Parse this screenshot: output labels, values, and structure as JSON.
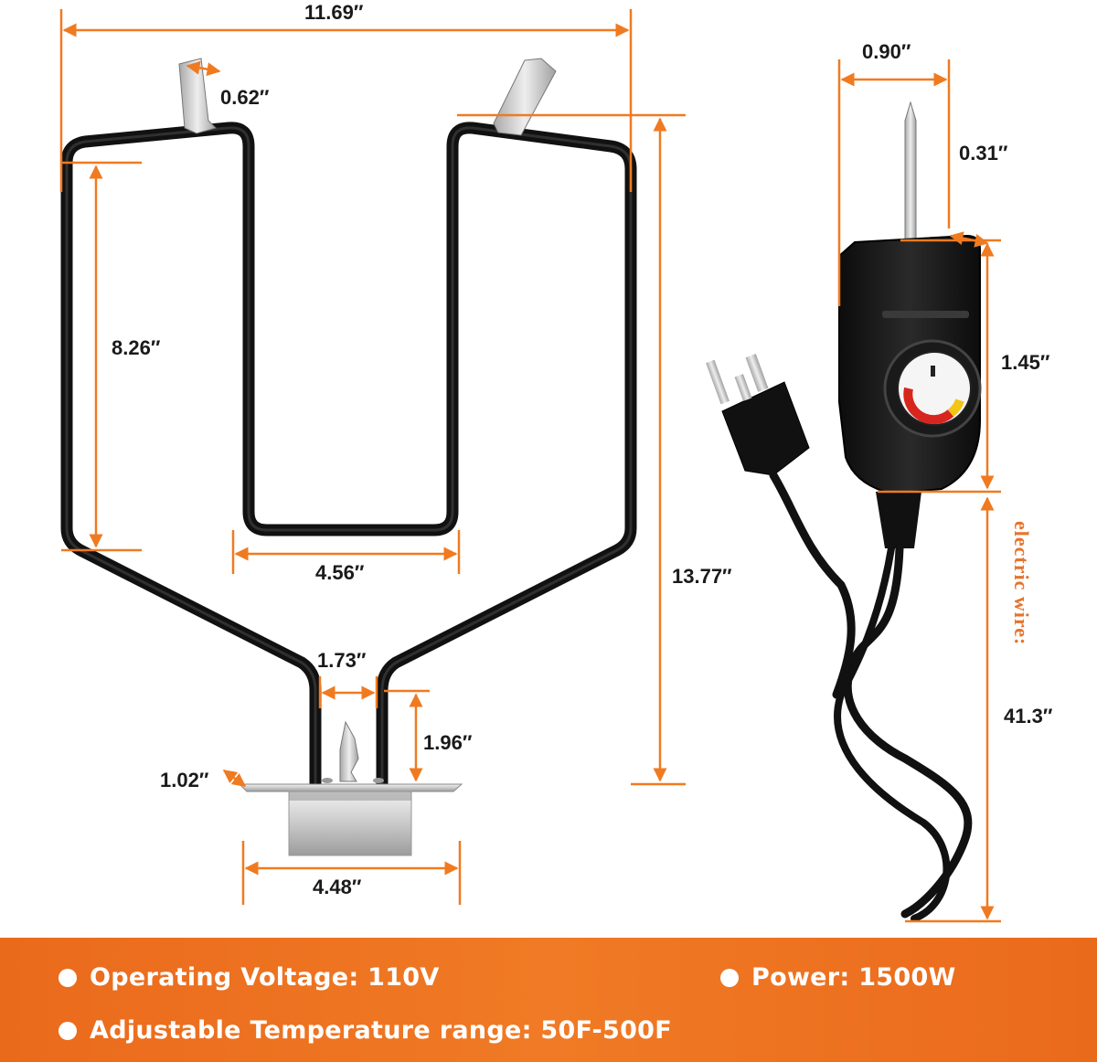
{
  "dimensions": {
    "overall_width": "11.69″",
    "bracket_width": "0.62″",
    "inner_height": "8.26″",
    "inner_width": "4.56″",
    "total_height": "13.77″",
    "leg_gap": "1.73″",
    "leg_height": "1.96″",
    "plate_depth": "1.02″",
    "plate_width": "4.48″",
    "controller_width": "0.90″",
    "probe_diameter": "0.31″",
    "controller_height": "1.45″",
    "cord_length": "41.3″"
  },
  "cord_label": "electric wire:",
  "specs": {
    "voltage": "Operating Voltage: 110V",
    "power": "Power: 1500W",
    "temperature": "Adjustable Temperature range: 50F-500F"
  },
  "colors": {
    "accent": "#ea6a1c",
    "dimension_line": "#f07a20",
    "element": "#1c1c1c",
    "metal": "#c8c8c8"
  }
}
